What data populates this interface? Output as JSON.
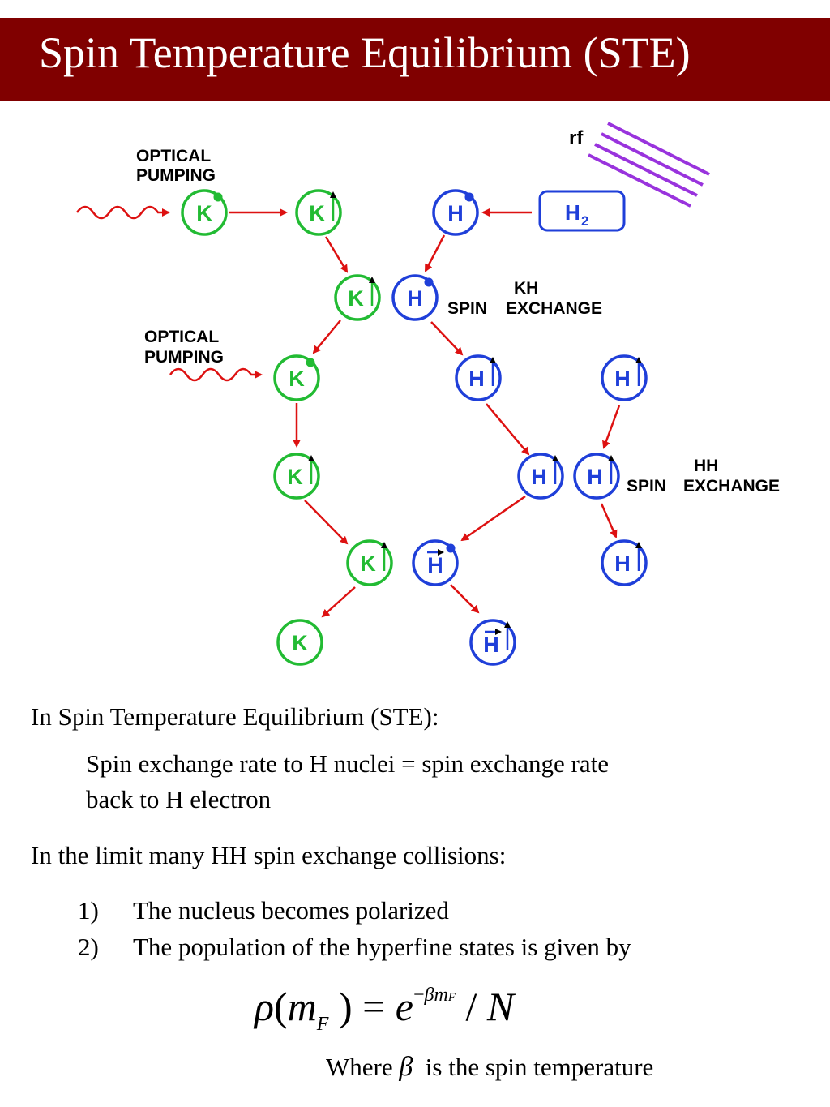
{
  "title": "Spin Temperature Equilibrium (STE)",
  "diagram": {
    "optical_pumping_top": [
      "OPTICAL",
      "PUMPING"
    ],
    "optical_pumping_mid": [
      "OPTICAL",
      "PUMPING"
    ],
    "rf_label": "rf",
    "h2_label": "H",
    "h2_sub": "2",
    "kh_exchange": [
      "KH",
      "SPIN",
      "EXCHANGE"
    ],
    "hh_exchange": [
      "HH",
      "SPIN",
      "EXCHANGE"
    ],
    "k_letter": "K",
    "h_letter": "H",
    "colors": {
      "potassium": "#22bb33",
      "hydrogen": "#1f3fd9",
      "arrow": "#dd1111",
      "rf": "#9933dd"
    }
  },
  "text": {
    "intro": "In Spin Temperature Equilibrium (STE):",
    "line1": "Spin exchange rate to H nuclei = spin exchange rate",
    "line2": "back to H electron",
    "limit": "In the limit many HH spin exchange collisions:",
    "items": [
      {
        "num": "1)",
        "text": "The nucleus becomes polarized"
      },
      {
        "num": "2)",
        "text": "The population of the hyperfine states is given by"
      }
    ]
  },
  "formula": {
    "rho": "ρ",
    "m": "m",
    "sub_f": "F",
    "eq": ") = e",
    "exp_minus": "−",
    "beta": "β",
    "exp_m": "m",
    "over_n": "/ N"
  },
  "where": {
    "prefix": "Where",
    "beta": "β",
    "suffix": "is the spin temperature"
  }
}
